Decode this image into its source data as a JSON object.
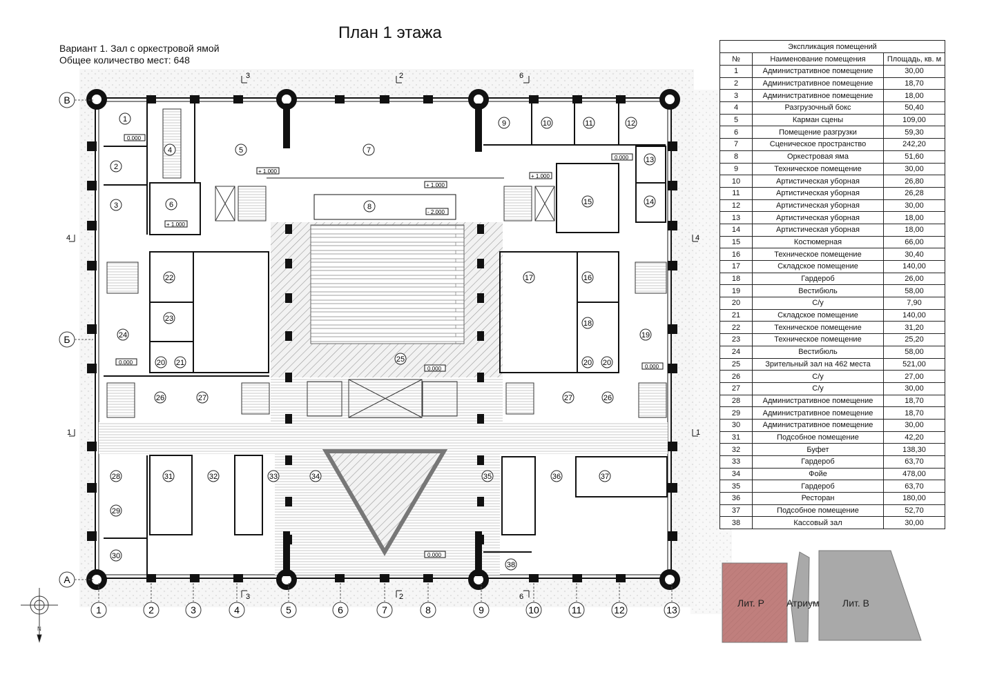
{
  "title": "План 1 этажа",
  "subtitle": {
    "line1": "Вариант 1. Зал с оркестровой ямой",
    "line2": "Общее количество мест: 648"
  },
  "explication": {
    "caption": "Экспликация помещений",
    "headers": [
      "№",
      "Наименование помещения",
      "Площадь, кв. м"
    ],
    "rows": [
      [
        "1",
        "Административное помещение",
        "30,00"
      ],
      [
        "2",
        "Административное помещение",
        "18,70"
      ],
      [
        "3",
        "Административное помещение",
        "18,00"
      ],
      [
        "4",
        "Разгрузочный бокс",
        "50,40"
      ],
      [
        "5",
        "Карман сцены",
        "109,00"
      ],
      [
        "6",
        "Помещение разгрузки",
        "59,30"
      ],
      [
        "7",
        "Сценическое пространство",
        "242,20"
      ],
      [
        "8",
        "Оркестровая яма",
        "51,60"
      ],
      [
        "9",
        "Техническое помещение",
        "30,00"
      ],
      [
        "10",
        "Артистическая уборная",
        "26,80"
      ],
      [
        "11",
        "Артистическая уборная",
        "26,28"
      ],
      [
        "12",
        "Артистическая уборная",
        "30,00"
      ],
      [
        "13",
        "Артистическая уборная",
        "18,00"
      ],
      [
        "14",
        "Артистическая уборная",
        "18,00"
      ],
      [
        "15",
        "Костюмерная",
        "66,00"
      ],
      [
        "16",
        "Техническое помещение",
        "30,40"
      ],
      [
        "17",
        "Складское помещение",
        "140,00"
      ],
      [
        "18",
        "Гардероб",
        "26,00"
      ],
      [
        "19",
        "Вестибюль",
        "58,00"
      ],
      [
        "20",
        "С/у",
        "7,90"
      ],
      [
        "21",
        "Складское помещение",
        "140,00"
      ],
      [
        "22",
        "Техническое помещение",
        "31,20"
      ],
      [
        "23",
        "Техническое помещение",
        "25,20"
      ],
      [
        "24",
        "Вестибюль",
        "58,00"
      ],
      [
        "25",
        "Зрительный зал на 462 места",
        "521,00"
      ],
      [
        "26",
        "С/у",
        "27,00"
      ],
      [
        "27",
        "С/у",
        "30,00"
      ],
      [
        "28",
        "Административное помещение",
        "18,70"
      ],
      [
        "29",
        "Административное помещение",
        "18,70"
      ],
      [
        "30",
        "Административное помещение",
        "30,00"
      ],
      [
        "31",
        "Подсобное помещение",
        "42,20"
      ],
      [
        "32",
        "Буфет",
        "138,30"
      ],
      [
        "33",
        "Гардероб",
        "63,70"
      ],
      [
        "34",
        "Фойе",
        "478,00"
      ],
      [
        "35",
        "Гардероб",
        "63,70"
      ],
      [
        "36",
        "Ресторан",
        "180,00"
      ],
      [
        "37",
        "Подсобное помещение",
        "52,70"
      ],
      [
        "38",
        "Кассовый зал",
        "30,00"
      ]
    ]
  },
  "grid_axes": {
    "columns": [
      "1",
      "2",
      "3",
      "4",
      "5",
      "6",
      "7",
      "8",
      "9",
      "10",
      "11",
      "12",
      "13"
    ],
    "rows": [
      "В",
      "Б",
      "А"
    ]
  },
  "section_marks": [
    "3",
    "2",
    "6",
    "4",
    "1"
  ],
  "levels": {
    "zero": "0.000",
    "plus1": "+ 1.000",
    "minus2": "- 2.000"
  },
  "room_labels": [
    "1",
    "2",
    "3",
    "4",
    "5",
    "6",
    "7",
    "8",
    "9",
    "10",
    "11",
    "12",
    "13",
    "14",
    "15",
    "16",
    "17",
    "18",
    "19",
    "20",
    "21",
    "22",
    "23",
    "24",
    "25",
    "26",
    "27",
    "28",
    "29",
    "30",
    "31",
    "32",
    "33",
    "34",
    "35",
    "36",
    "37",
    "38"
  ],
  "key_plan": {
    "lit_r": "Лит. Р",
    "atrium": "Атриум",
    "lit_v": "Лит. В",
    "colors": {
      "lit_r": "#c07f7d",
      "buildings": "#a9a9a9"
    }
  },
  "compass": {
    "north": "N"
  }
}
